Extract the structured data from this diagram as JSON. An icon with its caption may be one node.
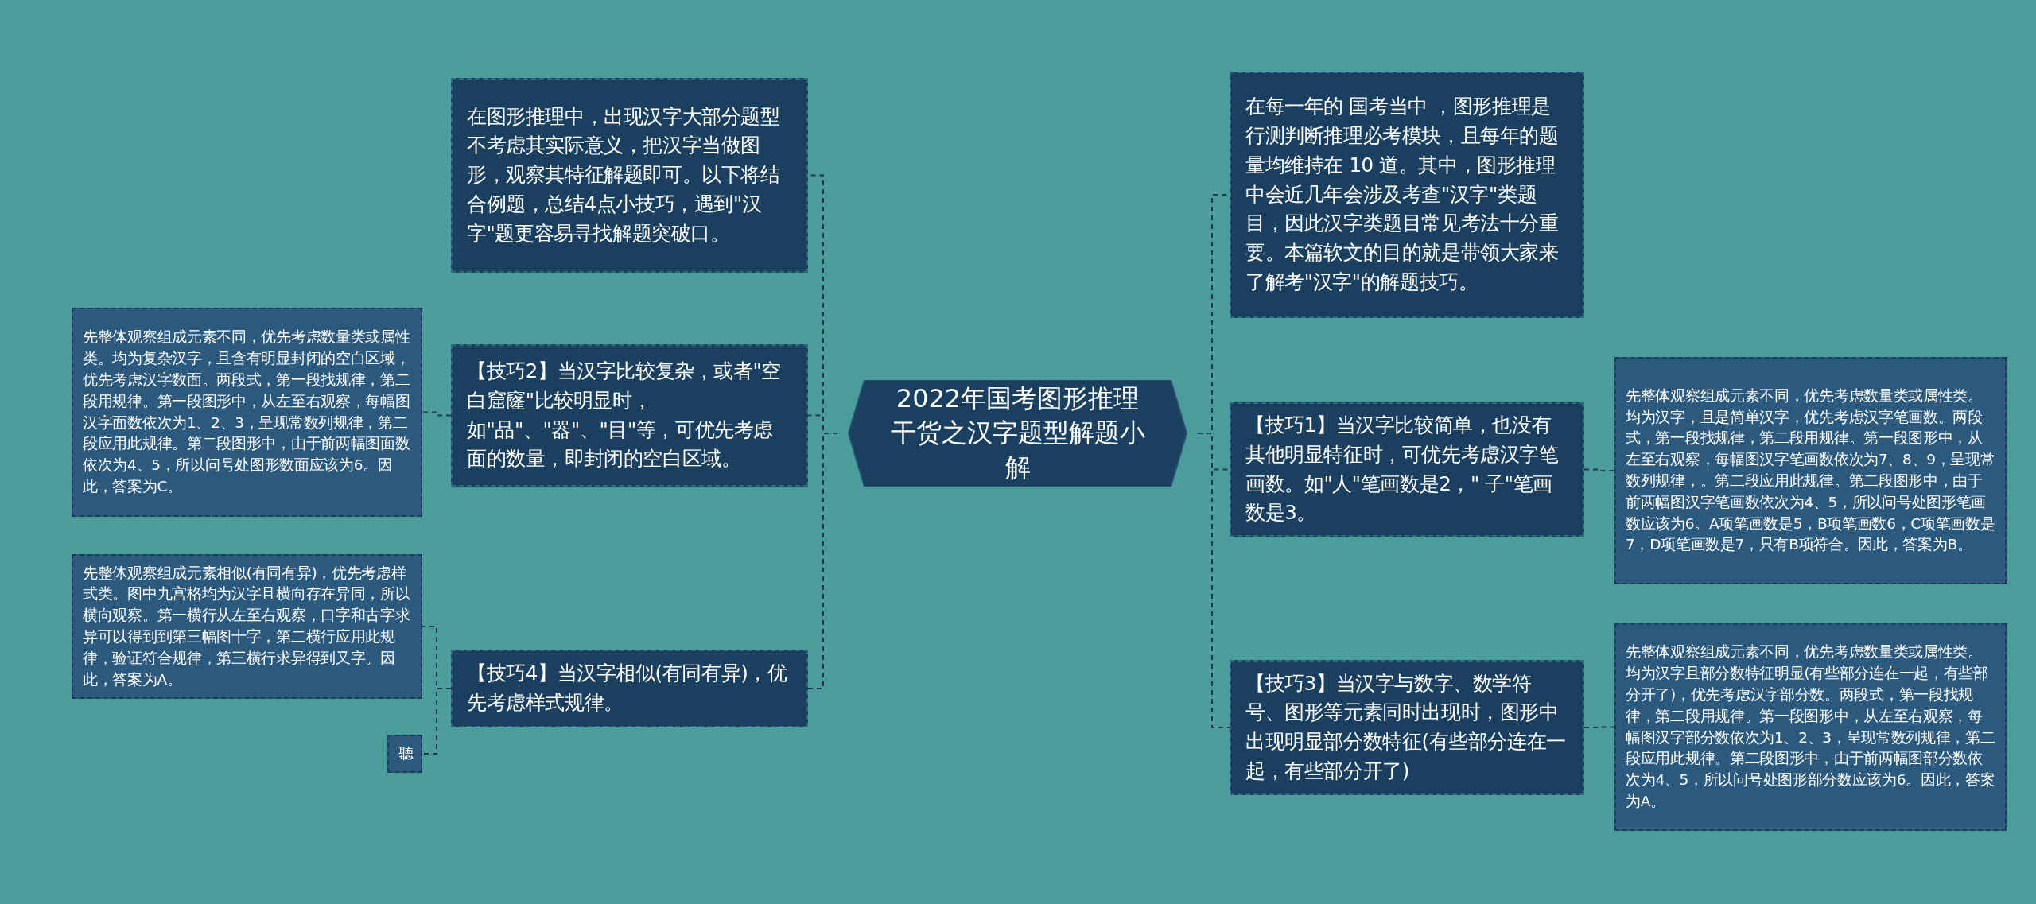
{
  "diagram": {
    "nodes": [
      {
        "text": [
          "2022年国考图形推理干货之汉字题型解题小解"
        ]
      },
      {
        "text": [
          "在图形推理中，出现汉字大部分题型不考虑其实际意义，把汉字当做图形，观察其特征解题即可。以下将结合例题，总结4点小技巧，遇到\"汉字\"题更容易寻找解题突破口。"
        ]
      },
      {
        "text": [
          "【技巧2】当汉字比较复杂，或者\"空白窟窿\"比较明显时，如\"品\"、\"器\"、\"目\"等，可优先考虑面的数量，即封闭的空白区域。"
        ]
      },
      {
        "text": [
          "先整体观察组成元素不同，优先考虑数量类或属性类。均为复杂汉字，且含有明显封闭的空白区域，优先考虑汉字数面。两段式，第一段找规律，第二段用规律。第一段图形中，从左至右观察，每幅图汉字面数依次为1、2、3，呈现常数列规律，第二段应用此规律。第二段图形中，由于前两幅图面数依次为4、5，所以问号处图形数面应该为6。因此，答案为C。"
        ]
      },
      {
        "text": [
          "【技巧4】当汉字相似(有同有异)，优先考虑样式规律。"
        ]
      },
      {
        "text": [
          "先整体观察组成元素相似(有同有异)，优先考虑样式类。图中九宫格均为汉字且横向存在异同，所以横向观察。第一横行从左至右观察，口字和古字求异可以得到到第三幅图十字，第二横行应用此规律，验证符合规律，第三横行求异得到又字。因此，答案为A。"
        ]
      },
      {
        "text": [
          "聽"
        ]
      },
      {
        "text": [
          "在每一年的 国考当中 ，图形推理是行测判断推理必考模块，且每年的题量均维持在 10 道。其中，图形推理中会近几年会涉及考查\"汉字\"类题目，因此汉字类题目常见考法十分重要。本篇软文的目的就是带领大家来了解考\"汉字\"的解题技巧。"
        ]
      },
      {
        "text": [
          "【技巧1】当汉字比较简单，也没有其他明显特征时，可优先考虑汉字笔画数。如\"人\"笔画数是2，\" 子\"笔画数是3。"
        ]
      },
      {
        "text": [
          "先整体观察组成元素不同，优先考虑数量类或属性类。均为汉字，且是简单汉字，优先考虑汉字笔画数。两段式，第一段找规律，第二段用规律。第一段图形中，从左至右观察，每幅图汉字笔画数依次为7、8、9，呈现常数列规律，。第二段应用此规律。第二段图形中，由于前两幅图汉字笔画数依次为4、5，所以问号处图形笔画数应该为6。A项笔画数是5，B项笔画数6，C项笔画数是7，D项笔画数是7，只有B项符合。因此，答案为B。"
        ]
      },
      {
        "text": [
          "【技巧3】当汉字与数字、数学符号、图形等元素同时出现时，图形中出现明显部分数特征(有些部分连在一起，有些部分开了)"
        ]
      },
      {
        "text": [
          "先整体观察组成元素不同，优先考虑数量类或属性类。均为汉字且部分数特征明显(有些部分连在一起，有些部分开了)，优先考虑汉字部分数。两段式，第一段找规律，第二段用规律。第一段图形中，从左至右观察，每幅图汉字部分数依次为1、2、3，呈现常数列规律，第二段应用此规律。第二段图形中，由于前两幅图部分数依次为4、5，所以问号处图形部分数应该为6。因此，答案为A。"
        ]
      }
    ],
    "edges": [
      {
        "from": 0,
        "to": 1,
        "arrow": "none"
      },
      {
        "from": 0,
        "to": 2,
        "arrow": "none"
      },
      {
        "from": 2,
        "to": 3,
        "arrow": "none"
      },
      {
        "from": 0,
        "to": 4,
        "arrow": "none"
      },
      {
        "from": 4,
        "to": 5,
        "arrow": "none"
      },
      {
        "from": 4,
        "to": 6,
        "arrow": "none"
      },
      {
        "from": 0,
        "to": 7,
        "arrow": "none"
      },
      {
        "from": 0,
        "to": 8,
        "arrow": "none"
      },
      {
        "from": 8,
        "to": 9,
        "arrow": "none"
      },
      {
        "from": 0,
        "to": 10,
        "arrow": "none"
      },
      {
        "from": 10,
        "to": 11,
        "arrow": "none"
      }
    ]
  }
}
